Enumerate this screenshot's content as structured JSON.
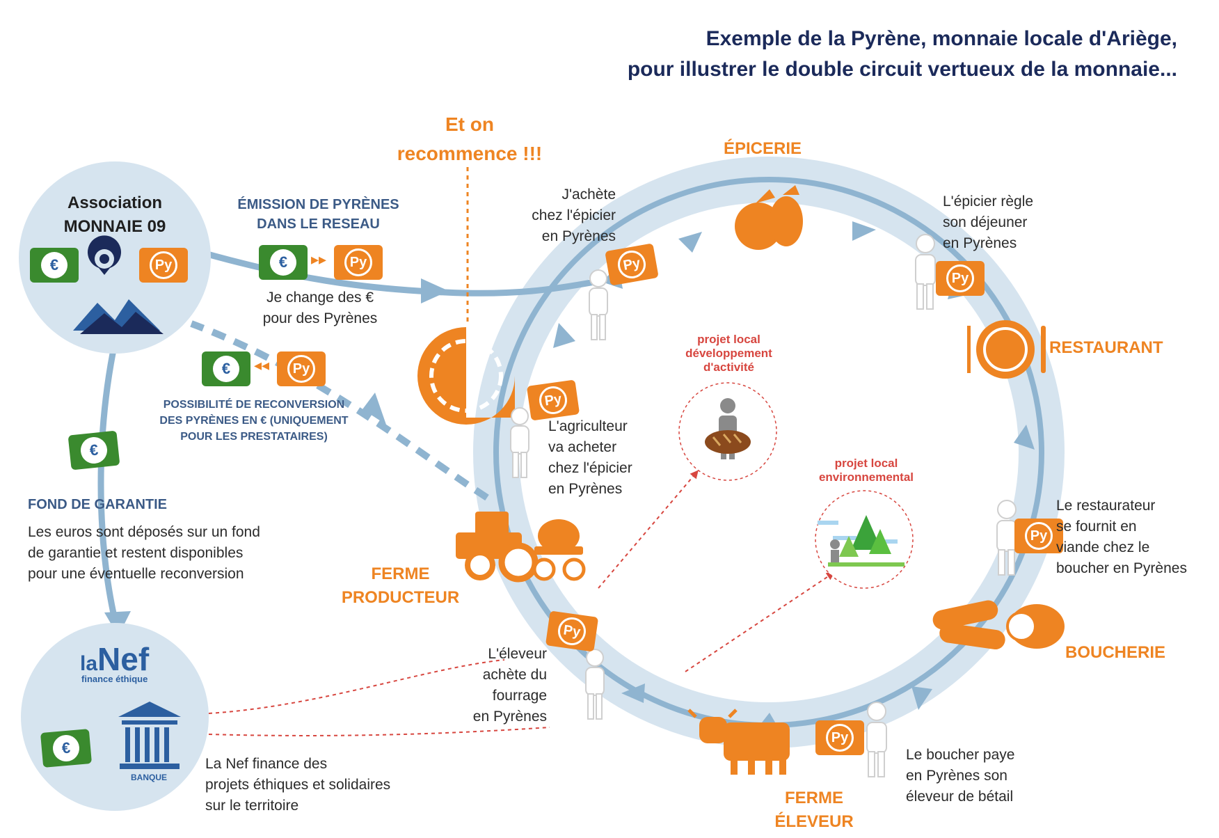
{
  "title": {
    "line1": "Exemple de la Pyrène, monnaie locale d'Ariège,",
    "line2": "pour illustrer le double circuit vertueux de la monnaie..."
  },
  "association": {
    "line1": "Association",
    "line2": "MONNAIE 09"
  },
  "currency": {
    "euro": "€",
    "pyrene": "Py"
  },
  "emission": {
    "heading_line1": "ÉMISSION DE PYRÈNES",
    "heading_line2": "DANS LE RESEAU",
    "caption_line1": "Je change des €",
    "caption_line2": "pour des Pyrènes"
  },
  "reconversion": {
    "line1": "POSSIBILITÉ DE RECONVERSION",
    "line2": "DES PYRÈNES EN € (UNIQUEMENT",
    "line3": "POUR LES PRESTATAIRES)"
  },
  "fond": {
    "heading": "FOND DE GARANTIE",
    "line1": "Les euros sont déposés sur un fond",
    "line2": "de garantie et restent disponibles",
    "line3": "pour une éventuelle reconversion"
  },
  "nef": {
    "logo_la": "la",
    "logo_nef": "Nef",
    "logo_sub": "finance éthique",
    "bank": "BANQUE",
    "line1": "La Nef finance des",
    "line2": "projets éthiques et solidaires",
    "line3": "sur le territoire"
  },
  "restart": {
    "line1": "Et on",
    "line2": "recommence !!!"
  },
  "places": {
    "epicerie": "ÉPICERIE",
    "restaurant": "RESTAURANT",
    "boucherie": "BOUCHERIE",
    "ferme_eleveur_1": "FERME",
    "ferme_eleveur_2": "ÉLEVEUR",
    "ferme_producteur_1": "FERME",
    "ferme_producteur_2": "PRODUCTEUR"
  },
  "steps": {
    "achete": [
      "J'achète",
      "chez l'épicier",
      "en Pyrènes"
    ],
    "epicier": [
      "L'épicier règle",
      "son déjeuner",
      "en Pyrènes"
    ],
    "restaurateur": [
      "Le restaurateur",
      "se fournit en",
      "viande chez le",
      "boucher en Pyrènes"
    ],
    "boucher": [
      "Le boucher paye",
      "en Pyrènes son",
      "éleveur de bétail"
    ],
    "eleveur": [
      "L'éleveur",
      "achète du",
      "fourrage",
      "en Pyrènes"
    ],
    "agriculteur": [
      "L'agriculteur",
      "va acheter",
      "chez l'épicier",
      "en Pyrènes"
    ]
  },
  "projects": {
    "activite": [
      "projet local",
      "développement",
      "d'activité"
    ],
    "environnement": [
      "projet local",
      "environnemental"
    ]
  },
  "colors": {
    "orange": "#ee8422",
    "green": "#3a8a2e",
    "navy": "#1b2a5a",
    "ring": "#d6e4ef",
    "arrow": "#8fb4d0",
    "red": "#d7463f"
  }
}
